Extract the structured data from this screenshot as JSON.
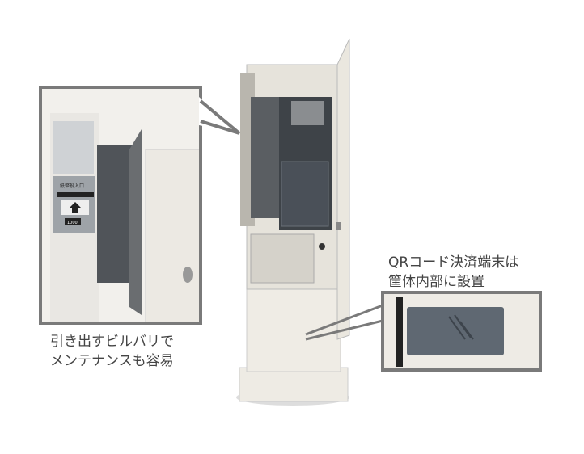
{
  "left_callout": {
    "line1": "引き出すビルバリで",
    "line2": "メンテナンスも容易",
    "inset_label": "紙幣投入口",
    "inset_denomination": "1000"
  },
  "right_callout": {
    "line1": "QRコード決済端末は",
    "line2": "筐体内部に設置"
  },
  "colors": {
    "frame": "#7a7a7a",
    "cabinet": "#ece9e1",
    "device": "#5f6872"
  }
}
